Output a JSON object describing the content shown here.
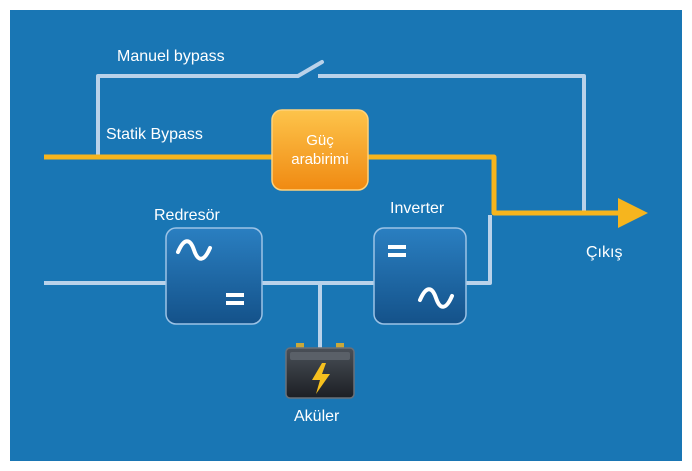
{
  "labels": {
    "manual_bypass": "Manuel bypass",
    "static_bypass": "Statik Bypass",
    "power_interface_line1": "Güç",
    "power_interface_line2": "arabirimi",
    "rectifier": "Redresör",
    "inverter": "Inverter",
    "output": "Çıkış",
    "batteries": "Aküler"
  },
  "colors": {
    "background": "#1976b4",
    "line": "#b9d2ea",
    "power_path": "#f6b51e",
    "interface_box": "#f5a623",
    "module_box": "#1b5d96"
  },
  "icons": {
    "rectifier_input": "ac-sine-icon",
    "rectifier_output": "dc-equals-icon",
    "inverter_input": "dc-equals-icon",
    "inverter_output": "ac-sine-icon",
    "battery": "battery-icon",
    "switch": "switch-icon",
    "arrow": "arrow-right-icon"
  }
}
